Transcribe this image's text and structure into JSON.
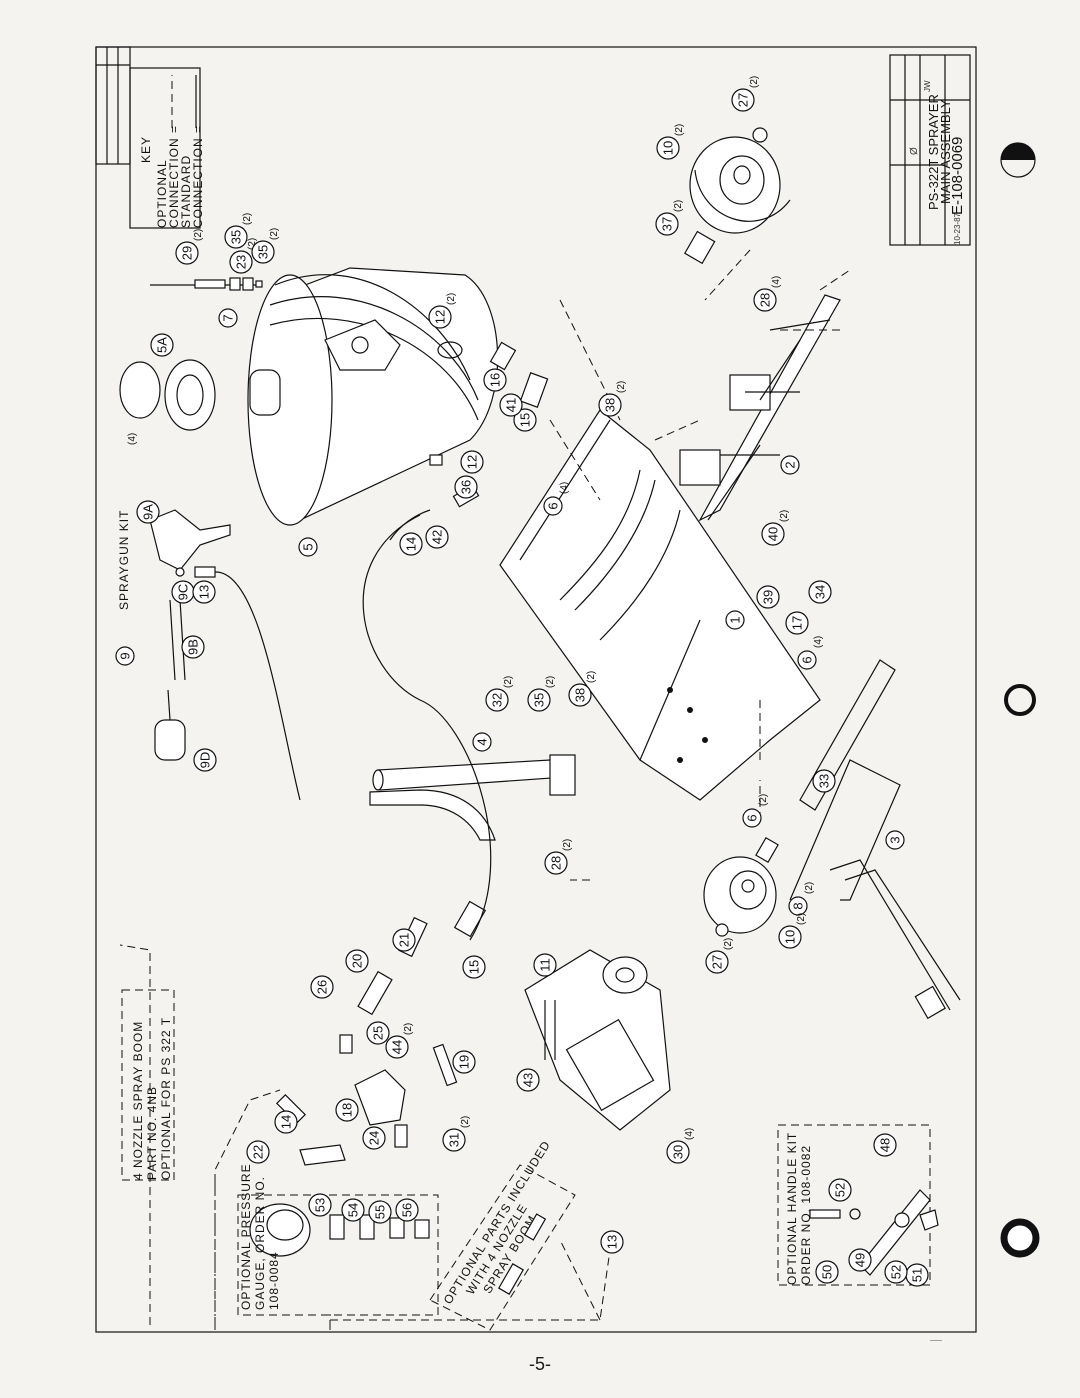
{
  "page_number": "-5-",
  "title_block": {
    "title_line1": "PS-322T SPRAYER",
    "title_line2": "MAIN ASSEMBLY",
    "drawing_number": "E-108-0069",
    "date": "10-23-87",
    "revision": "Ø",
    "drawn_by": "JW"
  },
  "key": {
    "heading": "KEY",
    "optional_line1": "OPTIONAL",
    "optional_line2": "CONNECTION =",
    "standard_line1": "STANDARD",
    "standard_line2": "CONNECTION ="
  },
  "boxes": {
    "spray_boom": [
      "4 NOZZLE SPRAY BOOM",
      "PART NO. 4NB",
      "OPTIONAL FOR PS 322 T"
    ],
    "pressure_gauge": [
      "OPTIONAL PRESSURE",
      "GAUGE, ORDER NO.",
      "108-0084"
    ],
    "handle_kit": [
      "OPTIONAL HANDLE KIT",
      "ORDER NO. 108-0082"
    ],
    "parts_included": [
      "OPTIONAL PARTS INCLUDED",
      "WITH 4 NOZZLE",
      "SPRAY BOOM"
    ],
    "spraygun_kit": "SPRAYGUN KIT"
  },
  "callouts": [
    {
      "id": "1",
      "qty": ""
    },
    {
      "id": "2",
      "qty": ""
    },
    {
      "id": "3",
      "qty": ""
    },
    {
      "id": "4",
      "qty": ""
    },
    {
      "id": "5",
      "qty": ""
    },
    {
      "id": "5A",
      "qty": ""
    },
    {
      "id": "6",
      "qty": "(4)"
    },
    {
      "id": "6b",
      "label": "6",
      "qty": "(4)"
    },
    {
      "id": "6c",
      "label": "6",
      "qty": "(2)"
    },
    {
      "id": "7",
      "qty": ""
    },
    {
      "id": "8",
      "qty": "(2)"
    },
    {
      "id": "9",
      "qty": ""
    },
    {
      "id": "9A",
      "qty": ""
    },
    {
      "id": "9B",
      "qty": ""
    },
    {
      "id": "9C",
      "qty": ""
    },
    {
      "id": "9D",
      "qty": ""
    },
    {
      "id": "10",
      "qty": "(2)"
    },
    {
      "id": "10b",
      "label": "10",
      "qty": "(2)"
    },
    {
      "id": "11",
      "qty": ""
    },
    {
      "id": "12",
      "qty": "(2)"
    },
    {
      "id": "12b",
      "label": "12",
      "qty": ""
    },
    {
      "id": "13",
      "qty": ""
    },
    {
      "id": "13b",
      "label": "13",
      "qty": ""
    },
    {
      "id": "14",
      "qty": ""
    },
    {
      "id": "14b",
      "label": "14",
      "qty": ""
    },
    {
      "id": "15",
      "qty": ""
    },
    {
      "id": "15b",
      "label": "15",
      "qty": ""
    },
    {
      "id": "16",
      "qty": ""
    },
    {
      "id": "17",
      "qty": ""
    },
    {
      "id": "18",
      "qty": ""
    },
    {
      "id": "19",
      "qty": ""
    },
    {
      "id": "20",
      "qty": ""
    },
    {
      "id": "21",
      "qty": ""
    },
    {
      "id": "22",
      "qty": ""
    },
    {
      "id": "23",
      "qty": "(2)"
    },
    {
      "id": "24",
      "qty": ""
    },
    {
      "id": "25",
      "qty": ""
    },
    {
      "id": "26",
      "qty": ""
    },
    {
      "id": "27",
      "qty": "(2)"
    },
    {
      "id": "27b",
      "label": "27",
      "qty": "(2)"
    },
    {
      "id": "28",
      "qty": "(4)"
    },
    {
      "id": "28b",
      "label": "28",
      "qty": "(2)"
    },
    {
      "id": "29",
      "qty": "(2)"
    },
    {
      "id": "30",
      "qty": "(4)"
    },
    {
      "id": "31",
      "qty": "(2)"
    },
    {
      "id": "32",
      "qty": "(2)"
    },
    {
      "id": "33",
      "qty": ""
    },
    {
      "id": "34",
      "qty": ""
    },
    {
      "id": "35",
      "qty": "(2)"
    },
    {
      "id": "35b",
      "label": "35",
      "qty": "(2)"
    },
    {
      "id": "35c",
      "label": "35",
      "qty": "(2)"
    },
    {
      "id": "36",
      "qty": ""
    },
    {
      "id": "37",
      "qty": "(2)"
    },
    {
      "id": "38",
      "qty": "(2)"
    },
    {
      "id": "38b",
      "label": "38",
      "qty": "(2)"
    },
    {
      "id": "39",
      "qty": ""
    },
    {
      "id": "40",
      "qty": "(2)"
    },
    {
      "id": "41",
      "qty": ""
    },
    {
      "id": "42",
      "qty": ""
    },
    {
      "id": "43",
      "qty": ""
    },
    {
      "id": "44",
      "qty": "(2)"
    },
    {
      "id": "48",
      "qty": ""
    },
    {
      "id": "49",
      "qty": ""
    },
    {
      "id": "50",
      "qty": ""
    },
    {
      "id": "51",
      "qty": ""
    },
    {
      "id": "52",
      "qty": ""
    },
    {
      "id": "52b",
      "label": "52",
      "qty": ""
    },
    {
      "id": "53",
      "qty": ""
    },
    {
      "id": "54",
      "qty": ""
    },
    {
      "id": "55",
      "qty": ""
    },
    {
      "id": "56",
      "qty": ""
    }
  ],
  "qty_note_5a": "(4)",
  "colors": {
    "ink": "#111111",
    "paper": "#f4f3ef"
  }
}
